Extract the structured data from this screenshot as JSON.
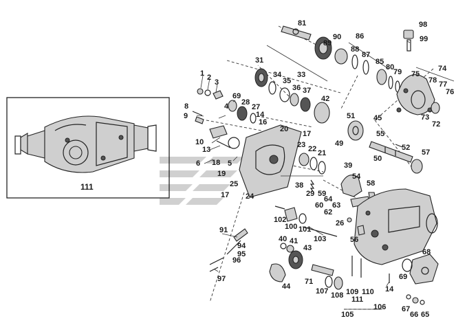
{
  "diagram": {
    "labels": [
      {
        "id": "81",
        "t": "81"
      },
      {
        "id": "98",
        "t": "98"
      },
      {
        "id": "90",
        "t": "90"
      },
      {
        "id": "86",
        "t": "86"
      },
      {
        "id": "99",
        "t": "99"
      },
      {
        "id": "89",
        "t": "89"
      },
      {
        "id": "88",
        "t": "88"
      },
      {
        "id": "87",
        "t": "87"
      },
      {
        "id": "85",
        "t": "85"
      },
      {
        "id": "80",
        "t": "80"
      },
      {
        "id": "74",
        "t": "74"
      },
      {
        "id": "31",
        "t": "31"
      },
      {
        "id": "79",
        "t": "79"
      },
      {
        "id": "75",
        "t": "75"
      },
      {
        "id": "1",
        "t": "1"
      },
      {
        "id": "34",
        "t": "34"
      },
      {
        "id": "33",
        "t": "33"
      },
      {
        "id": "2",
        "t": "2"
      },
      {
        "id": "35",
        "t": "35"
      },
      {
        "id": "78",
        "t": "78"
      },
      {
        "id": "77",
        "t": "77"
      },
      {
        "id": "3",
        "t": "3"
      },
      {
        "id": "36",
        "t": "36"
      },
      {
        "id": "37",
        "t": "37"
      },
      {
        "id": "76",
        "t": "76"
      },
      {
        "id": "69a",
        "t": "69"
      },
      {
        "id": "42",
        "t": "42"
      },
      {
        "id": "28",
        "t": "28"
      },
      {
        "id": "27",
        "t": "27"
      },
      {
        "id": "8",
        "t": "8"
      },
      {
        "id": "4",
        "t": "4"
      },
      {
        "id": "14",
        "t": "14"
      },
      {
        "id": "73",
        "t": "73"
      },
      {
        "id": "9",
        "t": "9"
      },
      {
        "id": "16",
        "t": "16"
      },
      {
        "id": "51",
        "t": "51"
      },
      {
        "id": "45",
        "t": "45"
      },
      {
        "id": "72",
        "t": "72"
      },
      {
        "id": "20",
        "t": "20"
      },
      {
        "id": "17a",
        "t": "17"
      },
      {
        "id": "55",
        "t": "55"
      },
      {
        "id": "10",
        "t": "10"
      },
      {
        "id": "49",
        "t": "49"
      },
      {
        "id": "52",
        "t": "52"
      },
      {
        "id": "23",
        "t": "23"
      },
      {
        "id": "22",
        "t": "22"
      },
      {
        "id": "21",
        "t": "21"
      },
      {
        "id": "13",
        "t": "13"
      },
      {
        "id": "57",
        "t": "57"
      },
      {
        "id": "18",
        "t": "18"
      },
      {
        "id": "50",
        "t": "50"
      },
      {
        "id": "6",
        "t": "6"
      },
      {
        "id": "5",
        "t": "5"
      },
      {
        "id": "39",
        "t": "39"
      },
      {
        "id": "19",
        "t": "19"
      },
      {
        "id": "54",
        "t": "54"
      },
      {
        "id": "25",
        "t": "25"
      },
      {
        "id": "38",
        "t": "38"
      },
      {
        "id": "29",
        "t": "29"
      },
      {
        "id": "59",
        "t": "59"
      },
      {
        "id": "58",
        "t": "58"
      },
      {
        "id": "111a",
        "t": "111"
      },
      {
        "id": "17b",
        "t": "17"
      },
      {
        "id": "24",
        "t": "24"
      },
      {
        "id": "64",
        "t": "64"
      },
      {
        "id": "60",
        "t": "60"
      },
      {
        "id": "63",
        "t": "63"
      },
      {
        "id": "62",
        "t": "62"
      },
      {
        "id": "102",
        "t": "102"
      },
      {
        "id": "26",
        "t": "26"
      },
      {
        "id": "100",
        "t": "100"
      },
      {
        "id": "101",
        "t": "101"
      },
      {
        "id": "91",
        "t": "91"
      },
      {
        "id": "103",
        "t": "103"
      },
      {
        "id": "56",
        "t": "56"
      },
      {
        "id": "40",
        "t": "40"
      },
      {
        "id": "41",
        "t": "41"
      },
      {
        "id": "94",
        "t": "94"
      },
      {
        "id": "43",
        "t": "43"
      },
      {
        "id": "68",
        "t": "68"
      },
      {
        "id": "95",
        "t": "95"
      },
      {
        "id": "96",
        "t": "96"
      },
      {
        "id": "69b",
        "t": "69"
      },
      {
        "id": "97",
        "t": "97"
      },
      {
        "id": "71",
        "t": "71"
      },
      {
        "id": "44",
        "t": "44"
      },
      {
        "id": "14b",
        "t": "14"
      },
      {
        "id": "107",
        "t": "107"
      },
      {
        "id": "108",
        "t": "108"
      },
      {
        "id": "109",
        "t": "109"
      },
      {
        "id": "110",
        "t": "110"
      },
      {
        "id": "111b",
        "t": "111"
      },
      {
        "id": "106",
        "t": "106"
      },
      {
        "id": "67",
        "t": "67"
      },
      {
        "id": "66",
        "t": "66"
      },
      {
        "id": "65",
        "t": "65"
      },
      {
        "id": "105",
        "t": "105"
      }
    ]
  },
  "colors": {
    "ink": "#222222",
    "watermark": "#c8c8c8",
    "background": "#ffffff"
  }
}
